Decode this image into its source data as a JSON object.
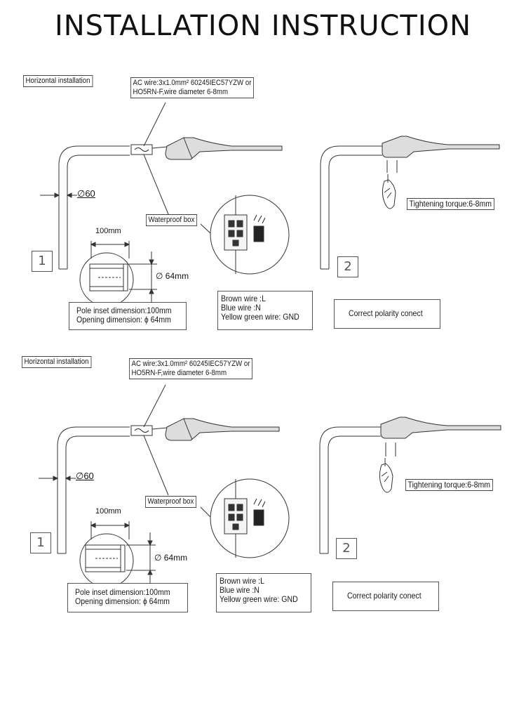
{
  "title": "INSTALLATION INSTRUCTION",
  "panels": [
    {
      "mode_label": "Horizontal installation",
      "ac_wire_line1": "AC wire:3x1.0mm² 60245IEC57YZW or",
      "ac_wire_line2": "HO5RN-F,wire diameter 6-8mm",
      "waterproof_box": "Waterproof box",
      "pole_diameter": "∅60",
      "inset_length": "100mm",
      "opening_diameter": "∅ 64mm",
      "pole_dims_line1": "Pole inset dimension:100mm",
      "pole_dims_line2": "Opening dimension: ɸ 64mm",
      "wire_brown": "Brown wire :L",
      "wire_blue": "Blue wire :N",
      "wire_yg": "Yellow green wire: GND",
      "torque": "Tightening torque:6-8mm",
      "polarity": "Correct polarity conect",
      "step1": "1",
      "step2": "2"
    },
    {
      "mode_label": "Horizontal installation",
      "ac_wire_line1": "AC wire:3x1.0mm² 60245IEC57YZW or",
      "ac_wire_line2": "HO5RN-F,wire diameter 6-8mm",
      "waterproof_box": "Waterproof box",
      "pole_diameter": "∅60",
      "inset_length": "100mm",
      "opening_diameter": "∅ 64mm",
      "pole_dims_line1": "Pole inset dimension:100mm",
      "pole_dims_line2": "Opening dimension: ɸ 64mm",
      "wire_brown": "Brown wire :L",
      "wire_blue": "Blue wire :N",
      "wire_yg": "Yellow green wire: GND",
      "torque": "Tightening torque:6-8mm",
      "polarity": "Correct polarity conect",
      "step1": "1",
      "step2": "2"
    }
  ]
}
